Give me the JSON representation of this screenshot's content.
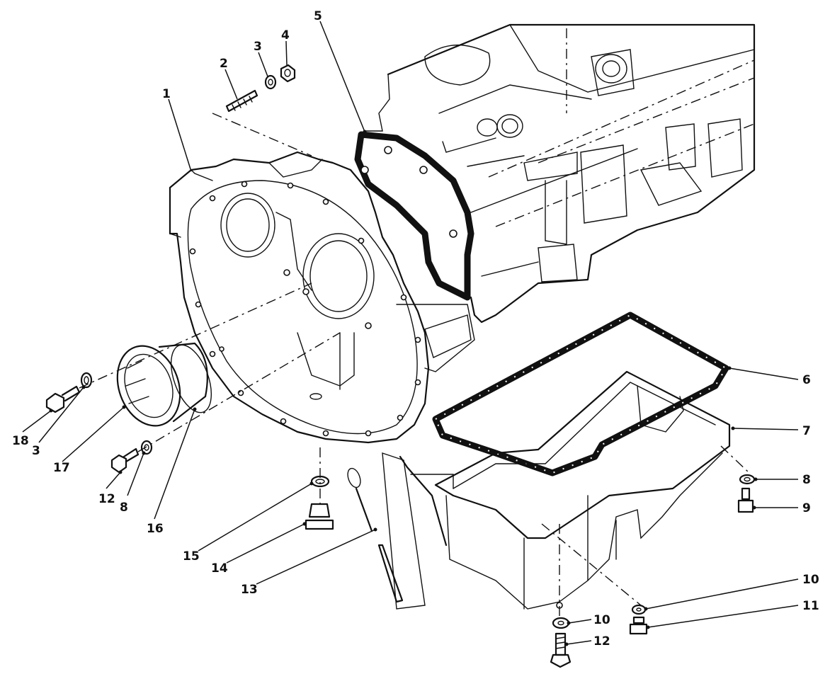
{
  "callouts": [
    {
      "id": "c1",
      "text": "1"
    },
    {
      "id": "c2",
      "text": "2"
    },
    {
      "id": "c3a",
      "text": "3"
    },
    {
      "id": "c4",
      "text": "4"
    },
    {
      "id": "c5",
      "text": "5"
    },
    {
      "id": "c6",
      "text": "6"
    },
    {
      "id": "c7",
      "text": "7"
    },
    {
      "id": "c8a",
      "text": "8"
    },
    {
      "id": "c9",
      "text": "9"
    },
    {
      "id": "c10a",
      "text": "10"
    },
    {
      "id": "c11",
      "text": "11"
    },
    {
      "id": "c10b",
      "text": "10"
    },
    {
      "id": "c12a",
      "text": "12"
    },
    {
      "id": "c13",
      "text": "13"
    },
    {
      "id": "c14",
      "text": "14"
    },
    {
      "id": "c15",
      "text": "15"
    },
    {
      "id": "c16",
      "text": "16"
    },
    {
      "id": "c8b",
      "text": "8"
    },
    {
      "id": "c12b",
      "text": "12"
    },
    {
      "id": "c17",
      "text": "17"
    },
    {
      "id": "c3b",
      "text": "3"
    },
    {
      "id": "c18",
      "text": "18"
    }
  ]
}
